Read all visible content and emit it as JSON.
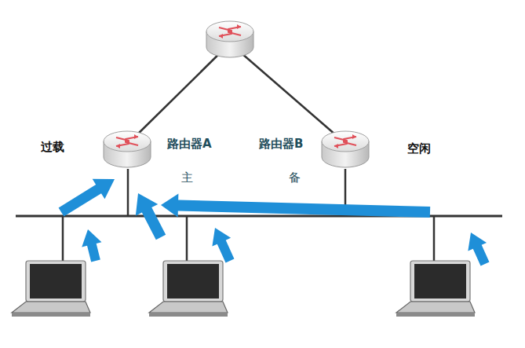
{
  "diagram": {
    "nodes": [
      {
        "text": [
          "路由器A",
          "主"
        ]
      },
      {
        "text": [
          "路由器B",
          "备"
        ]
      }
    ],
    "labels": [
      "过载",
      "空闲"
    ]
  }
}
